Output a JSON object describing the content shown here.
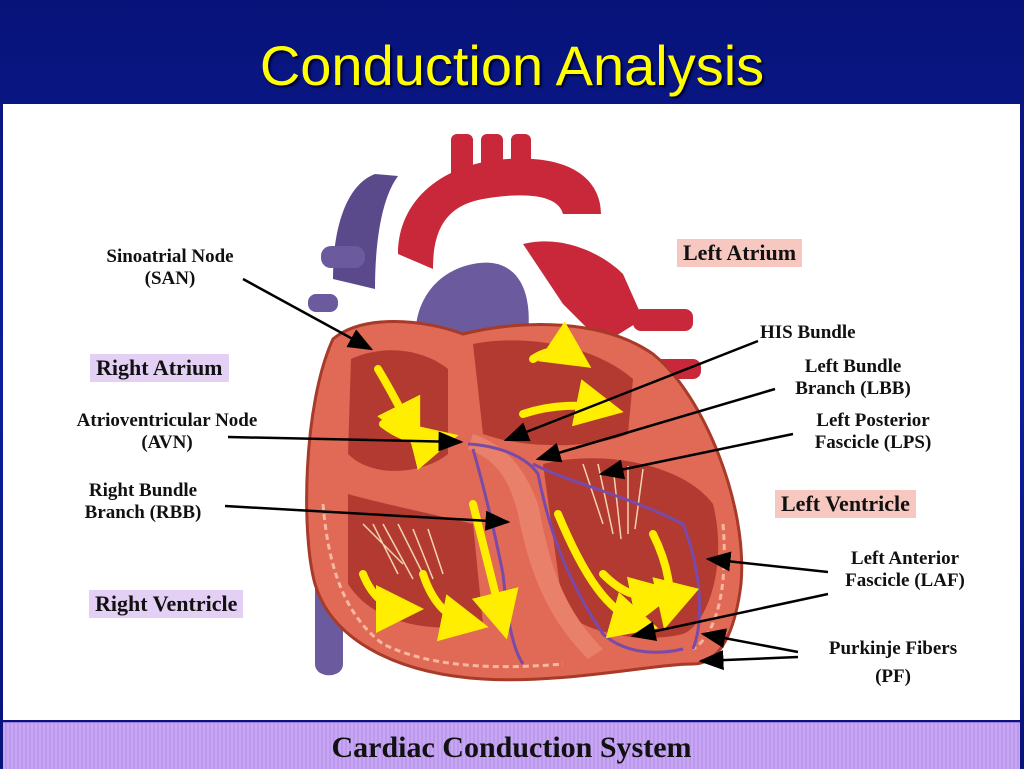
{
  "slide": {
    "title": "Conduction Analysis",
    "caption": "Cardiac Conduction System"
  },
  "labels": {
    "san_line1": "Sinoatrial Node",
    "san_line2": "(SAN)",
    "right_atrium": "Right Atrium",
    "avn_line1": "Atrioventricular Node",
    "avn_line2": "(AVN)",
    "rbb_line1": "Right Bundle",
    "rbb_line2": "Branch (RBB)",
    "right_ventricle": "Right Ventricle",
    "left_atrium": "Left Atrium",
    "his": "HIS Bundle",
    "lbb_line1": "Left Bundle",
    "lbb_line2": "Branch (LBB)",
    "lps_line1": "Left Posterior",
    "lps_line2": "Fascicle (LPS)",
    "left_ventricle": "Left Ventricle",
    "laf_line1": "Left Anterior",
    "laf_line2": "Fascicle (LAF)",
    "pf_line1": "Purkinje Fibers",
    "pf_line2": "(PF)"
  },
  "colors": {
    "background": "#0b1a8f",
    "title": "#ffff00",
    "muscle": "#e06a55",
    "vessel_red": "#c8283a",
    "vessel_blue": "#5a4a8c",
    "conduction_path": "#ffee00",
    "label_box_right": "#e4d0f5",
    "label_box_left": "#f6c8c0"
  }
}
